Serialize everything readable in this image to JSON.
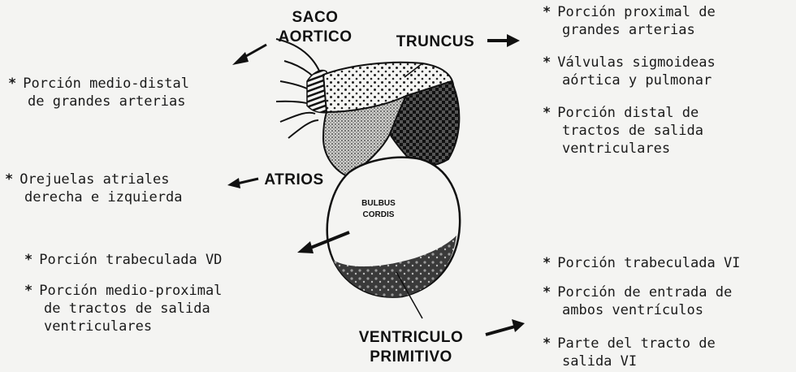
{
  "labels": {
    "saco_line1": "SACO",
    "saco_line2": "AORTICO",
    "truncus": "TRUNCUS",
    "atrios": "ATRIOS",
    "bulbus_line1": "BULBUS",
    "bulbus_line2": "CORDIS",
    "ventriculo_line1": "VENTRICULO",
    "ventriculo_line2": "PRIMITIVO"
  },
  "left_notes": [
    {
      "line1": "Porción medio-distal",
      "line2": "de grandes arterias"
    },
    {
      "line1": "Orejuelas atriales",
      "line2": "derecha e izquierda"
    },
    {
      "line1": "Porción trabeculada VD",
      "line2": ""
    },
    {
      "line1": "Porción medio-proximal",
      "line2": "de tractos de salida",
      "line3": "ventriculares"
    }
  ],
  "right_notes": [
    {
      "line1": "Porción proximal de",
      "line2": "grandes arterias"
    },
    {
      "line1": "Válvulas sigmoideas",
      "line2": "aórtica y pulmonar"
    },
    {
      "line1": "Porción distal de",
      "line2": "tractos de salida",
      "line3": "ventriculares"
    },
    {
      "line1": "Porción trabeculada VI",
      "line2": ""
    },
    {
      "line1": "Porción de entrada de",
      "line2": "ambos ventrículos"
    },
    {
      "line1": "Parte del tracto de",
      "line2": "salida VI"
    }
  ],
  "bullet": "*"
}
